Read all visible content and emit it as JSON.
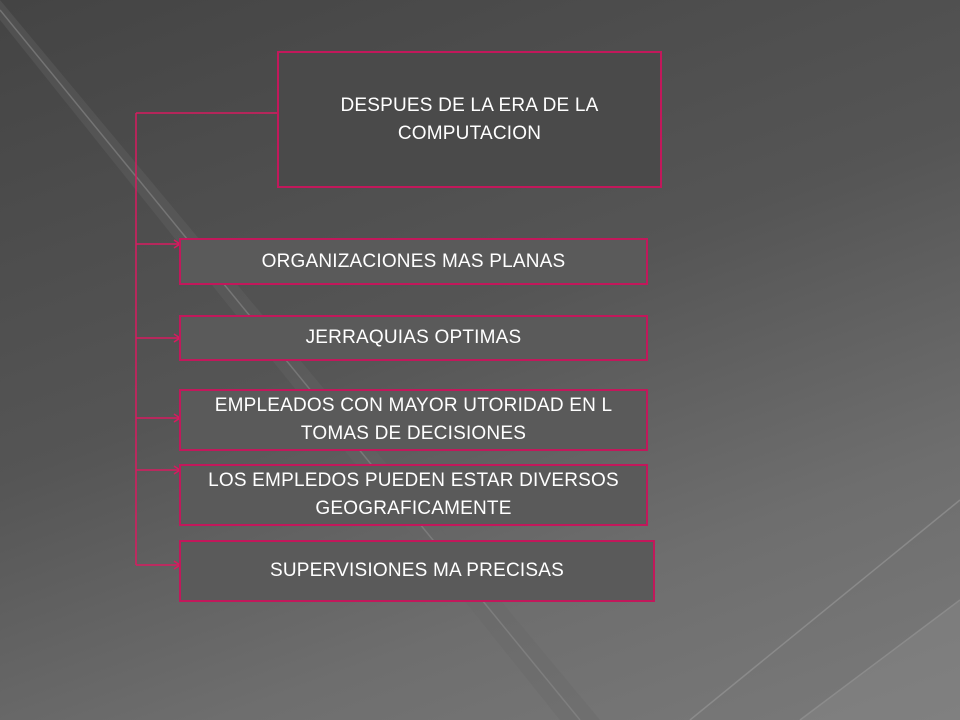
{
  "diagram": {
    "root": {
      "text": "DESPUES DE LA ERA DE LA COMPUTACION"
    },
    "items": [
      {
        "text": "ORGANIZACIONES MAS PLANAS"
      },
      {
        "text": "JERRAQUIAS OPTIMAS"
      },
      {
        "text": "EMPLEADOS CON MAYOR UTORIDAD EN L TOMAS DE DECISIONES"
      },
      {
        "text": "LOS EMPLEDOS PUEDEN ESTAR DIVERSOS GEOGRAFICAMENTE"
      },
      {
        "text": "SUPERVISIONES MA PRECISAS"
      }
    ]
  },
  "colors": {
    "border": "#c2185b",
    "connector": "#d81b60",
    "text": "#ffffff"
  }
}
